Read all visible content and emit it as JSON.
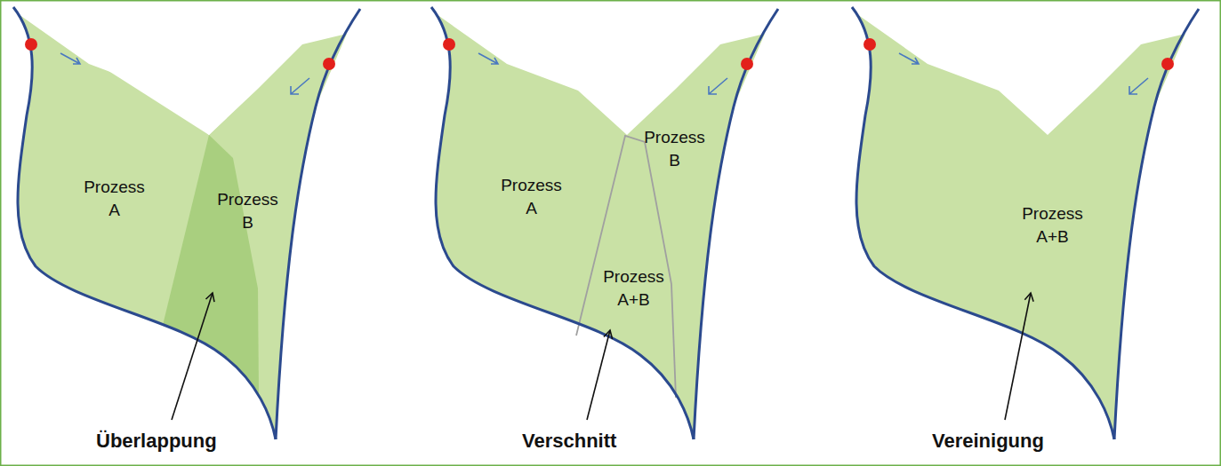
{
  "diagram": {
    "nodes": [
      {
        "text": [
          "Prozess A"
        ]
      },
      {
        "text": [
          "Prozess B"
        ]
      },
      {
        "text": [
          "Prozess A"
        ]
      },
      {
        "text": [
          "Prozess B"
        ]
      },
      {
        "text": [
          "Prozess A+B"
        ]
      },
      {
        "text": [
          "Prozess A+B"
        ]
      }
    ],
    "labels": [
      "Überlappung",
      "Verschnitt",
      "Vereinigung"
    ]
  }
}
